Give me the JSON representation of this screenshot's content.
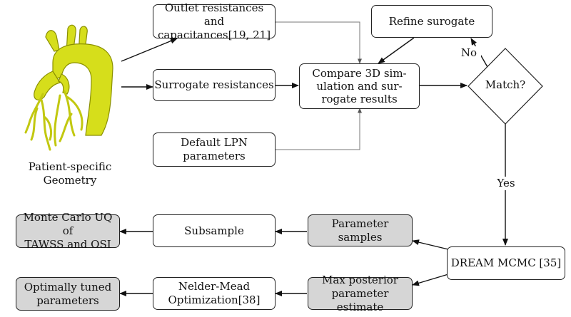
{
  "geometry": {
    "caption": "Patient-specific Geometry",
    "color": "#d6de1b",
    "edge_color": "#8a8f00"
  },
  "nodes": {
    "outlet": "Outlet resistances and\ncapacitances[19, 21]",
    "surrogate": "Surrogate resistances",
    "default_lpn": "Default LPN\nparameters",
    "refine": "Refine surogate",
    "compare": "Compare 3D sim-\nulation and sur-\nrogate results",
    "match": "Match?",
    "dream": "DREAM MCMC [35]",
    "param_samples": "Parameter samples",
    "subsample": "Subsample",
    "monte_carlo": "Monte Carlo UQ of\nTAWSS and OSI",
    "max_posterior": "Max posterior\nparameter estimate",
    "nelder_mead": "Nelder-Mead\nOptimization[38]",
    "optimally_tuned": "Optimally tuned\nparameters"
  },
  "edge_labels": {
    "no": "No",
    "yes": "Yes"
  },
  "colors": {
    "gray_fill": "#d6d6d6",
    "line": "#222222",
    "thin_line": "#777777"
  }
}
